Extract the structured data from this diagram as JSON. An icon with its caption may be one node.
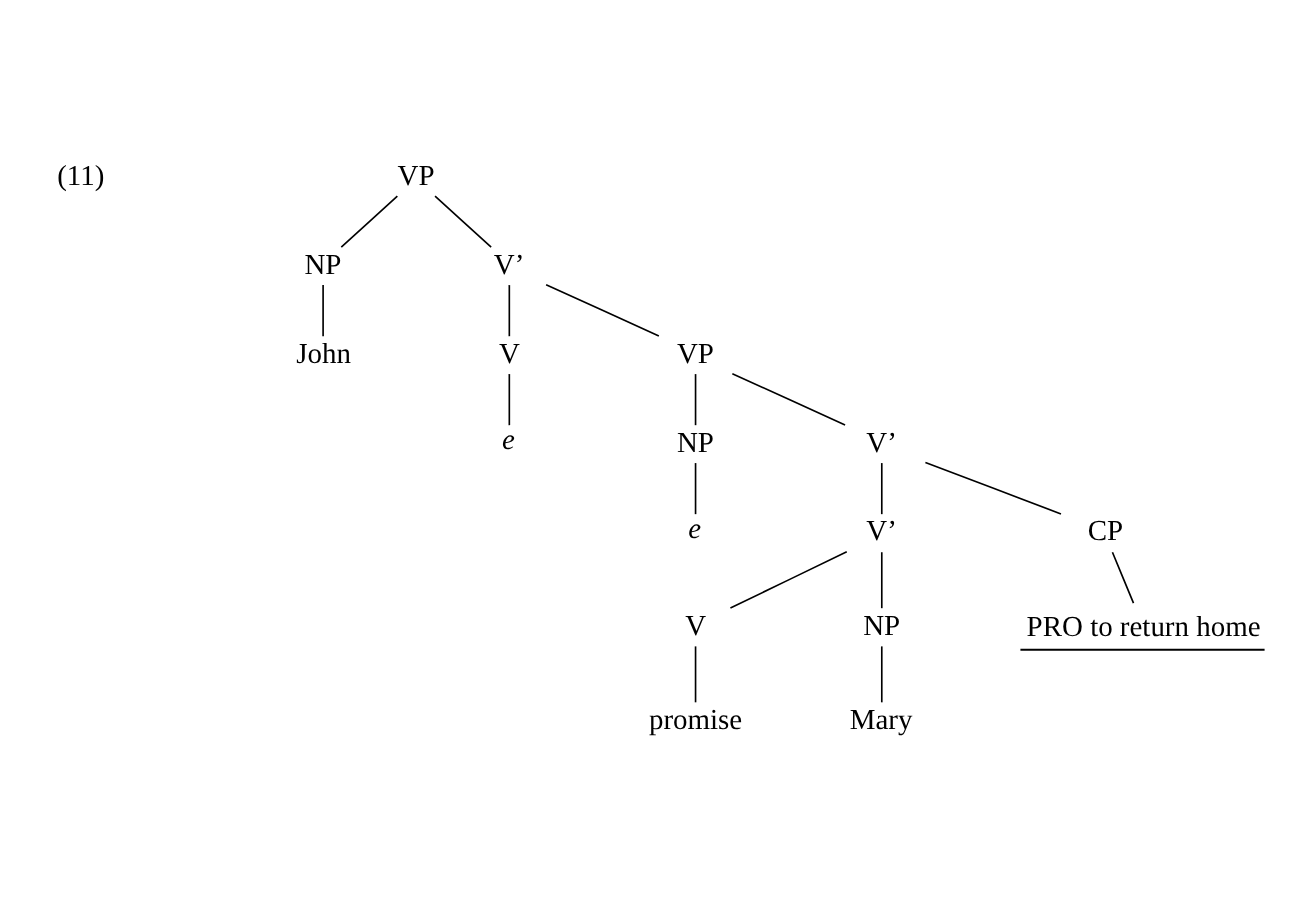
{
  "diagram": {
    "nodes": [
      {
        "text": [
          "VP"
        ]
      },
      {
        "text": [
          "NP"
        ]
      },
      {
        "text": [
          "V’"
        ]
      },
      {
        "text": [
          "John"
        ]
      },
      {
        "text": [
          "V"
        ]
      },
      {
        "text": [
          "VP"
        ]
      },
      {
        "text": [
          "e"
        ]
      },
      {
        "text": [
          "NP"
        ]
      },
      {
        "text": [
          "V’"
        ]
      },
      {
        "text": [
          "e"
        ]
      },
      {
        "text": [
          "V’"
        ]
      },
      {
        "text": [
          "CP"
        ]
      },
      {
        "text": [
          "V"
        ]
      },
      {
        "text": [
          "NP"
        ]
      },
      {
        "text": [
          "PRO to return home"
        ]
      },
      {
        "text": [
          "promise"
        ]
      },
      {
        "text": [
          "Mary"
        ]
      }
    ],
    "edges": [
      {
        "from": 0,
        "to": 1,
        "arrow": "none"
      },
      {
        "from": 0,
        "to": 2,
        "arrow": "none"
      },
      {
        "from": 1,
        "to": 3,
        "arrow": "none"
      },
      {
        "from": 2,
        "to": 4,
        "arrow": "none"
      },
      {
        "from": 2,
        "to": 5,
        "arrow": "none"
      },
      {
        "from": 4,
        "to": 6,
        "arrow": "none"
      },
      {
        "from": 5,
        "to": 7,
        "arrow": "none"
      },
      {
        "from": 5,
        "to": 8,
        "arrow": "none"
      },
      {
        "from": 7,
        "to": 9,
        "arrow": "none"
      },
      {
        "from": 8,
        "to": 10,
        "arrow": "none"
      },
      {
        "from": 8,
        "to": 11,
        "arrow": "none"
      },
      {
        "from": 10,
        "to": 12,
        "arrow": "none"
      },
      {
        "from": 10,
        "to": 13,
        "arrow": "none"
      },
      {
        "from": 11,
        "to": 14,
        "arrow": "none"
      },
      {
        "from": 12,
        "to": 15,
        "arrow": "none"
      },
      {
        "from": 13,
        "to": 16,
        "arrow": "none"
      }
    ],
    "labels": [
      "(11)"
    ]
  }
}
